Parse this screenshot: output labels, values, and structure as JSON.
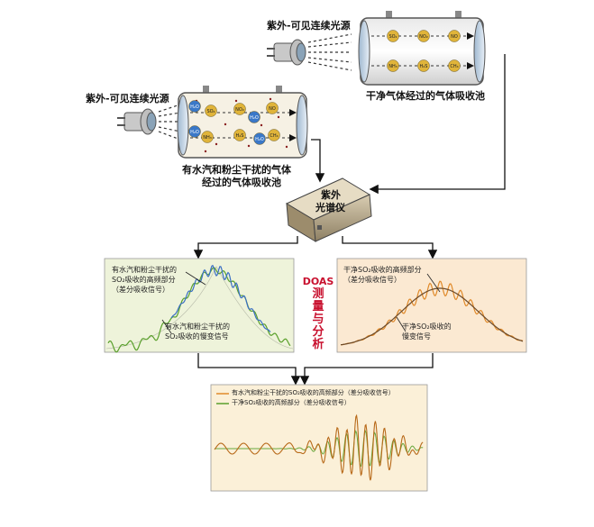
{
  "top_cell": {
    "source_label": "紫外-可见连续光源",
    "cell_label": "干净气体经过的气体吸收池",
    "molecules": [
      "SO₂",
      "NO₂",
      "NO",
      "NH₃",
      "H₂S",
      "CH₄"
    ]
  },
  "left_cell": {
    "source_label": "紫外-可见连续光源",
    "cell_label_line1": "有水汽和粉尘干扰的气体",
    "cell_label_line2": "经过的气体吸收池",
    "molecules": [
      "H₂O",
      "SO₂",
      "NO₂",
      "NO",
      "H₂O",
      "NH₃",
      "H₂S",
      "H₂O",
      "CH₄",
      "H₂O"
    ]
  },
  "spectrometer": {
    "line1": "紫外",
    "line2": "光谱仪"
  },
  "center_label": {
    "line1": "DOAS",
    "line2": "测",
    "line3": "量",
    "line4": "与",
    "line5": "分",
    "line6": "析"
  },
  "left_plot": {
    "annotation_top_1": "有水汽和粉尘干扰的",
    "annotation_top_2": "SO₂吸收的高频部分",
    "annotation_top_3": "（差分吸收信号）",
    "annotation_bottom_1": "有水汽和粉尘干扰的",
    "annotation_bottom_2": "SO₂吸收的慢变信号"
  },
  "right_plot": {
    "annotation_top_1": "干净SO₂吸收的高频部分",
    "annotation_top_2": "（差分吸收信号）",
    "annotation_bottom_1": "干净SO₂吸收的",
    "annotation_bottom_2": "慢变信号"
  },
  "bottom_plot": {
    "legend_1": "有水汽和粉尘干扰的SO₂吸收的高频部分（差分吸收信号）",
    "legend_2": "干净SO₂吸收的高频部分（差分吸收信号）"
  },
  "colors": {
    "green_curve": "#5aa02c",
    "blue_curve": "#3a6fc4",
    "orange_curve": "#e08a2a",
    "dark_curve": "#6b4a2a",
    "panel_left_bg": "#eef3da",
    "panel_right_bg": "#fbe9d2",
    "panel_bottom_bg": "#fbf0d8",
    "doas_red": "#c8102e"
  }
}
